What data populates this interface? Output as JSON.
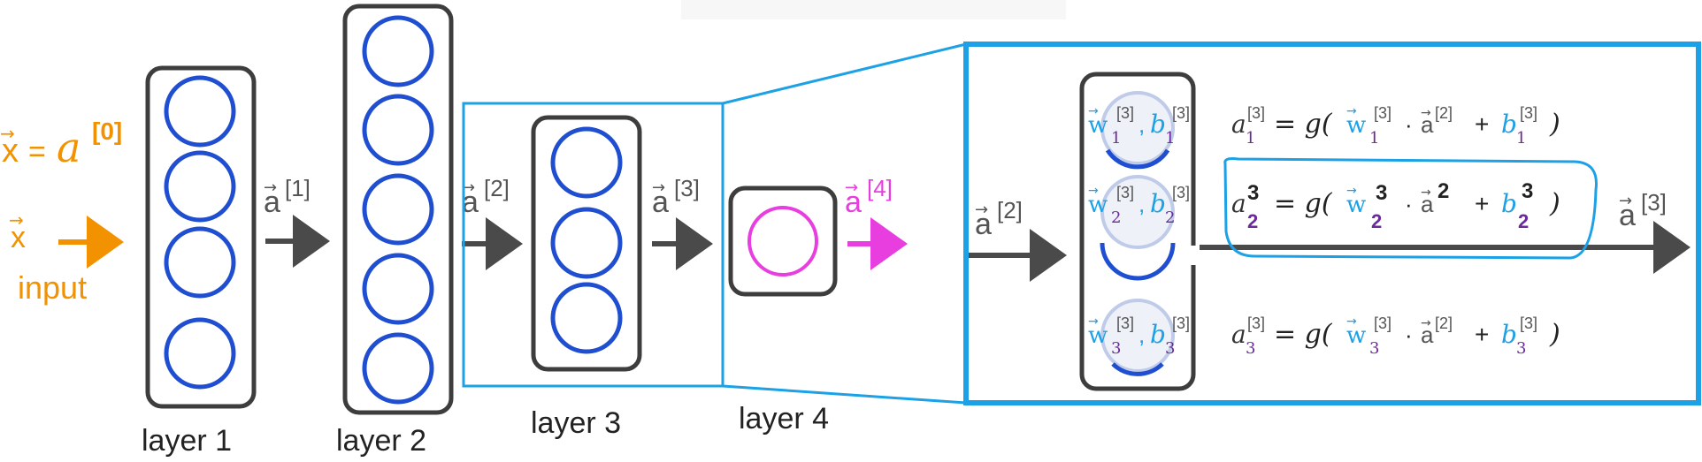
{
  "input": {
    "x_eq_a0_lhs": "x",
    "x_eq_a0_eq": "=",
    "x_eq_a0_rhs": "a",
    "x_eq_a0_sup": "[0]",
    "x_label": "x",
    "input_label": "input"
  },
  "layers": {
    "layer1": "layer 1",
    "layer2": "layer 2",
    "layer3": "layer 3",
    "layer4": "layer 4"
  },
  "arrows": {
    "a1": "a",
    "a1_sup": "[1]",
    "a2": "a",
    "a2_sup": "[2]",
    "a3": "a",
    "a3_sup": "[3]",
    "a4": "a",
    "a4_sup": "[4]"
  },
  "zoom": {
    "in_a": "a",
    "in_sup": "[2]",
    "out_a": "a",
    "out_sup": "[3]",
    "units": [
      {
        "w": "w",
        "w_sub": "1",
        "w_sup": "[3]",
        "comma": ",",
        "b": "b",
        "b_sub": "1",
        "b_sup": "[3]",
        "lhs": "a",
        "lhs_sub": "1",
        "lhs_sup": "[3]",
        "eq": "= g(",
        "rw": "w",
        "rw_sub": "1",
        "rw_sup": "[3]",
        "dot": "·",
        "ra": "a",
        "ra_sup": "[2]",
        "plus": "+",
        "rb": "b",
        "rb_sub": "1",
        "rb_sup": "[3]",
        "close": ")"
      },
      {
        "w": "w",
        "w_sub": "2",
        "w_sup": "[3]",
        "comma": ",",
        "b": "b",
        "b_sub": "2",
        "b_sup": "[3]",
        "lhs": "a",
        "lhs_sub": "2",
        "lhs_sup": "3",
        "eq": "= g(",
        "rw": "w",
        "rw_sub": "2",
        "rw_sup": "3",
        "dot": "·",
        "ra": "a",
        "ra_sup": "2",
        "plus": "+",
        "rb": "b",
        "rb_sub": "2",
        "rb_sup": "3",
        "close": ")"
      },
      {
        "w": "w",
        "w_sub": "3",
        "w_sup": "[3]",
        "comma": ",",
        "b": "b",
        "b_sub": "3",
        "b_sup": "[3]",
        "lhs": "a",
        "lhs_sub": "3",
        "lhs_sup": "[3]",
        "eq": "= g(",
        "rw": "w",
        "rw_sub": "3",
        "rw_sup": "[3]",
        "dot": "·",
        "ra": "a",
        "ra_sup": "[2]",
        "plus": "+",
        "rb": "b",
        "rb_sub": "3",
        "rb_sup": "[3]",
        "close": ")"
      }
    ]
  },
  "colors": {
    "orange": "#f39200",
    "neuron_blue": "#1f4fd0",
    "cyan": "#1da1e6",
    "magenta": "#e83ee0",
    "purple": "#6a2a9a",
    "dark": "#4a4a4a",
    "box": "#3d3d3d"
  }
}
